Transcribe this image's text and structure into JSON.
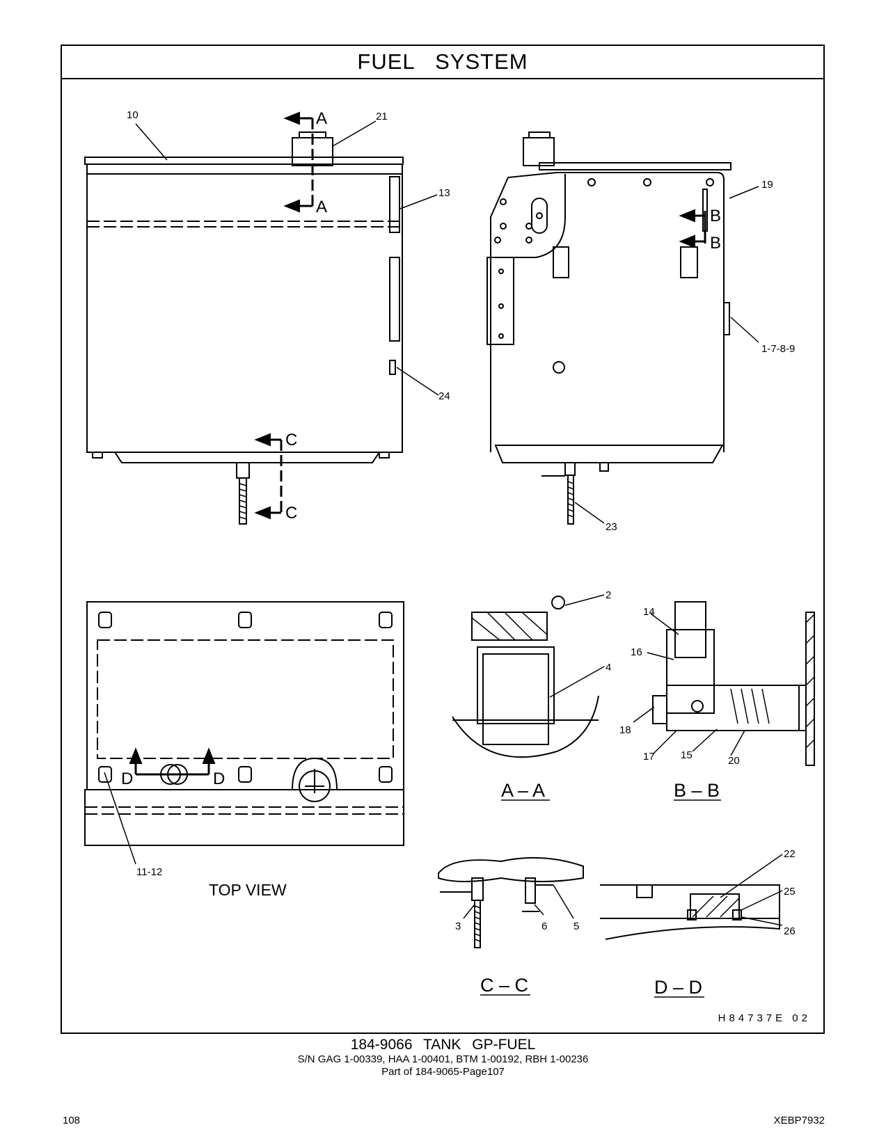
{
  "title": "FUEL SYSTEM",
  "views": {
    "top_view_label": "TOP VIEW",
    "sections": [
      "A – A",
      "B – B",
      "C – C",
      "D – D"
    ],
    "section_letters": [
      "A",
      "B",
      "C",
      "D"
    ]
  },
  "callouts": [
    "10",
    "21",
    "13",
    "24",
    "19",
    "1-7-8-9",
    "23",
    "2",
    "4",
    "14",
    "16",
    "18",
    "17",
    "15",
    "20",
    "11-12",
    "22",
    "25",
    "26",
    "3",
    "6",
    "5"
  ],
  "drawing_number": "H84737E 02",
  "caption": {
    "part_title": "184-9066 TANK GP-FUEL",
    "serials": "S/N GAG 1-00339, HAA 1-00401, BTM 1-00192, RBH 1-00236",
    "part_of": "Part of 184-9065-Page107"
  },
  "footer": {
    "page_number": "108",
    "doc_code": "XEBP7932"
  }
}
